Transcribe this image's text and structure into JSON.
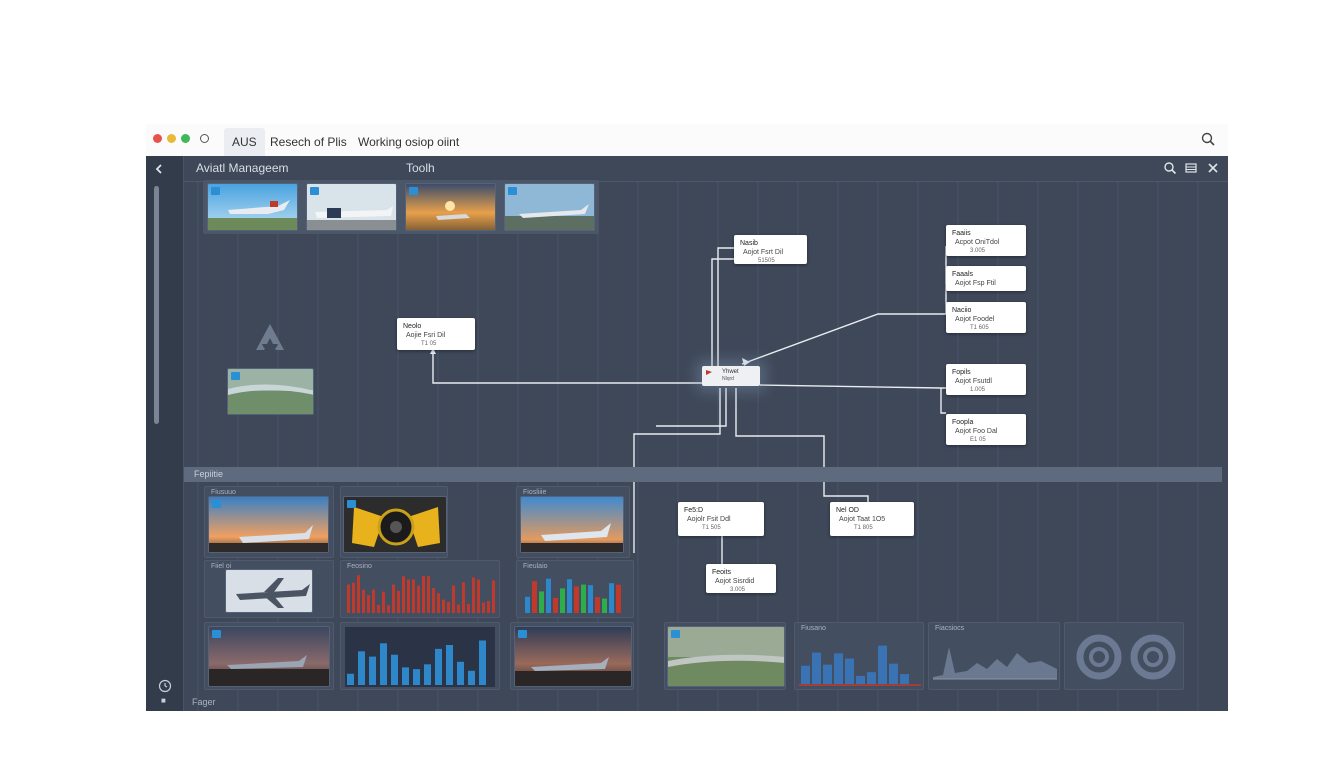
{
  "browser": {
    "tabs": [
      {
        "label": "AUS",
        "active": true
      },
      {
        "label": "Resech of Plis",
        "active": false
      },
      {
        "label": "Working osiop oiint",
        "active": false
      }
    ]
  },
  "app": {
    "title": "Aviatl Manageem",
    "tools_label": "Toolh",
    "section_label": "Fepiitie",
    "footer_label": "Fager"
  },
  "nodes": [
    {
      "title": "Neolo",
      "sub": "Aojie Fsri Dil",
      "val": "T1 05"
    },
    {
      "title": "Nasib",
      "sub": "Aojot Fsrt Dil",
      "val": "51505"
    },
    {
      "title": "Faaiis",
      "sub": "Acpot OniTdol",
      "val": "3.005"
    },
    {
      "title": "Faaals",
      "sub": "Aojot Fsp Ftil",
      "val": ""
    },
    {
      "title": "Naciio",
      "sub": "Aojot Foodel",
      "val": "T1 605"
    },
    {
      "title": "Fopils",
      "sub": "Aojot Fsutdl",
      "val": "1.005"
    },
    {
      "title": "Foopla",
      "sub": "Aojot Foo Dal",
      "val": "E1 05"
    },
    {
      "title": "Fe5:D",
      "sub": "Aojolr Fsit Ddl",
      "val": "T1 505"
    },
    {
      "title": "Nel OD",
      "sub": "Aojot Taat 1O5",
      "val": "T1 805"
    },
    {
      "title": "Feoits",
      "sub": "Aojot Sisrdid",
      "val": "3.005"
    }
  ],
  "hub": {
    "label": "Yhwet",
    "sub": "Nlqrd"
  },
  "panels": {
    "p1": "Fiusuuo",
    "p2": "Fiosliiie",
    "p3": "Fiiel oi",
    "p4": "Feosino",
    "p5": "Fieulaio",
    "p6": "Fiusano",
    "p7": "Fiacsiocs"
  },
  "icons": {
    "chrome_search": "search-icon",
    "back": "chevron-left-icon",
    "search": "search-icon",
    "list": "list-icon",
    "close": "close-icon",
    "clock": "clock-icon",
    "logo": "logo-icon"
  },
  "colors": {
    "window_bg": "#3e4859",
    "rail_bg": "#333c4b",
    "accent_blue": "#2a8fd4",
    "bar_blue": "#2e87c8",
    "bar_red": "#c0392b",
    "bar_green": "#2eae4b"
  }
}
